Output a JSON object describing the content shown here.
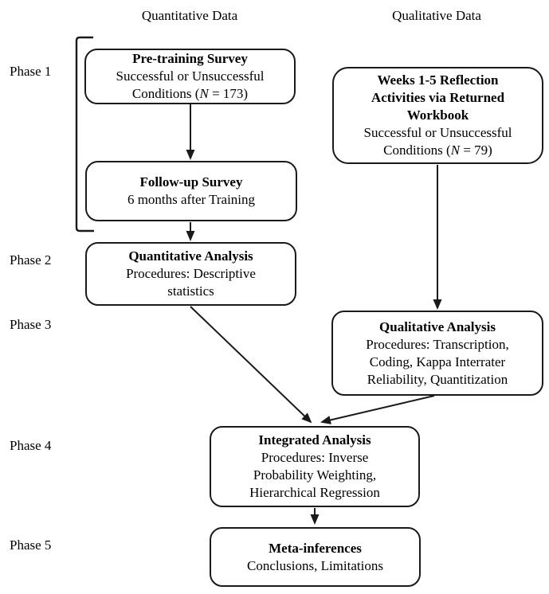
{
  "diagram": {
    "column_headers": {
      "quantitative": "Quantitative Data",
      "qualitative": "Qualitative Data"
    },
    "phase_labels": [
      "Phase 1",
      "Phase 2",
      "Phase 3",
      "Phase 4",
      "Phase 5"
    ],
    "boxes": {
      "pretraining_survey": {
        "title": "Pre-training Survey",
        "body_line": "Successful or Unsuccessful",
        "n_line": {
          "pre": "Conditions (",
          "var": "N",
          "post": " = 173)"
        }
      },
      "weeks_reflection": {
        "title_lines": [
          "Weeks 1-5 Reflection",
          "Activities via Returned",
          "Workbook"
        ],
        "body_line": "Successful or Unsuccessful",
        "n_line": {
          "pre": "Conditions (",
          "var": "N",
          "post": " = 79)"
        }
      },
      "followup_survey": {
        "title": "Follow-up Survey",
        "body_line": "6 months after Training"
      },
      "quantitative_analysis": {
        "title": "Quantitative Analysis",
        "body_lines": [
          "Procedures: Descriptive",
          "statistics"
        ]
      },
      "qualitative_analysis": {
        "title": "Qualitative Analysis",
        "body_lines": [
          "Procedures: Transcription,",
          "Coding, Kappa Interrater",
          "Reliability, Quantitization"
        ]
      },
      "integrated_analysis": {
        "title": "Integrated Analysis",
        "body_lines": [
          "Procedures: Inverse",
          "Probability Weighting,",
          "Hierarchical Regression"
        ]
      },
      "meta_inferences": {
        "title": "Meta-inferences",
        "body_lines": [
          "Conclusions, Limitations"
        ]
      }
    },
    "colors": {
      "line": "#1a1a1a",
      "box_background": "#ffffff",
      "text": "#000000"
    }
  }
}
